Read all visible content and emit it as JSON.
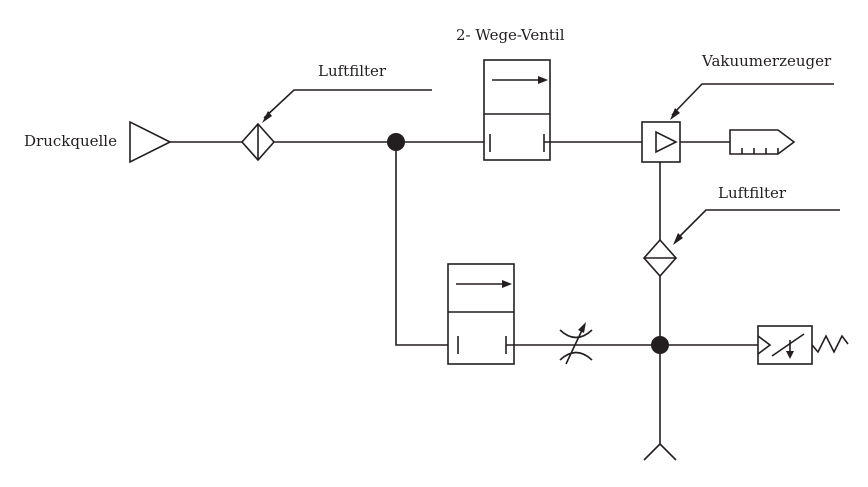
{
  "labels": {
    "pressure_source": "Druckquelle",
    "air_filter_1": "Luftfilter",
    "valve_2way": "2- Wege-Ventil",
    "vacuum_generator": "Vakuumerzeuger",
    "air_filter_2": "Luftfilter"
  },
  "colors": {
    "line": "#231f20",
    "background": "#ffffff"
  }
}
